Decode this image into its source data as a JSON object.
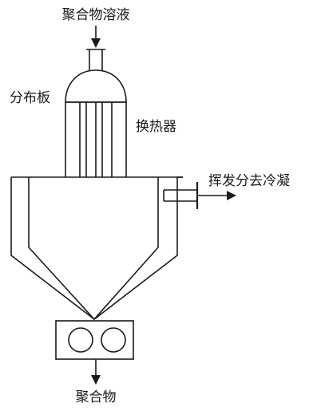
{
  "labels": {
    "inlet": "聚合物溶液",
    "distributor": "分布板",
    "heat_exchanger": "换热器",
    "vapor_outlet": "挥发分去冷凝",
    "product_outlet": "聚合物"
  },
  "colors": {
    "line": "#1a1a1a",
    "background": "#ffffff"
  }
}
